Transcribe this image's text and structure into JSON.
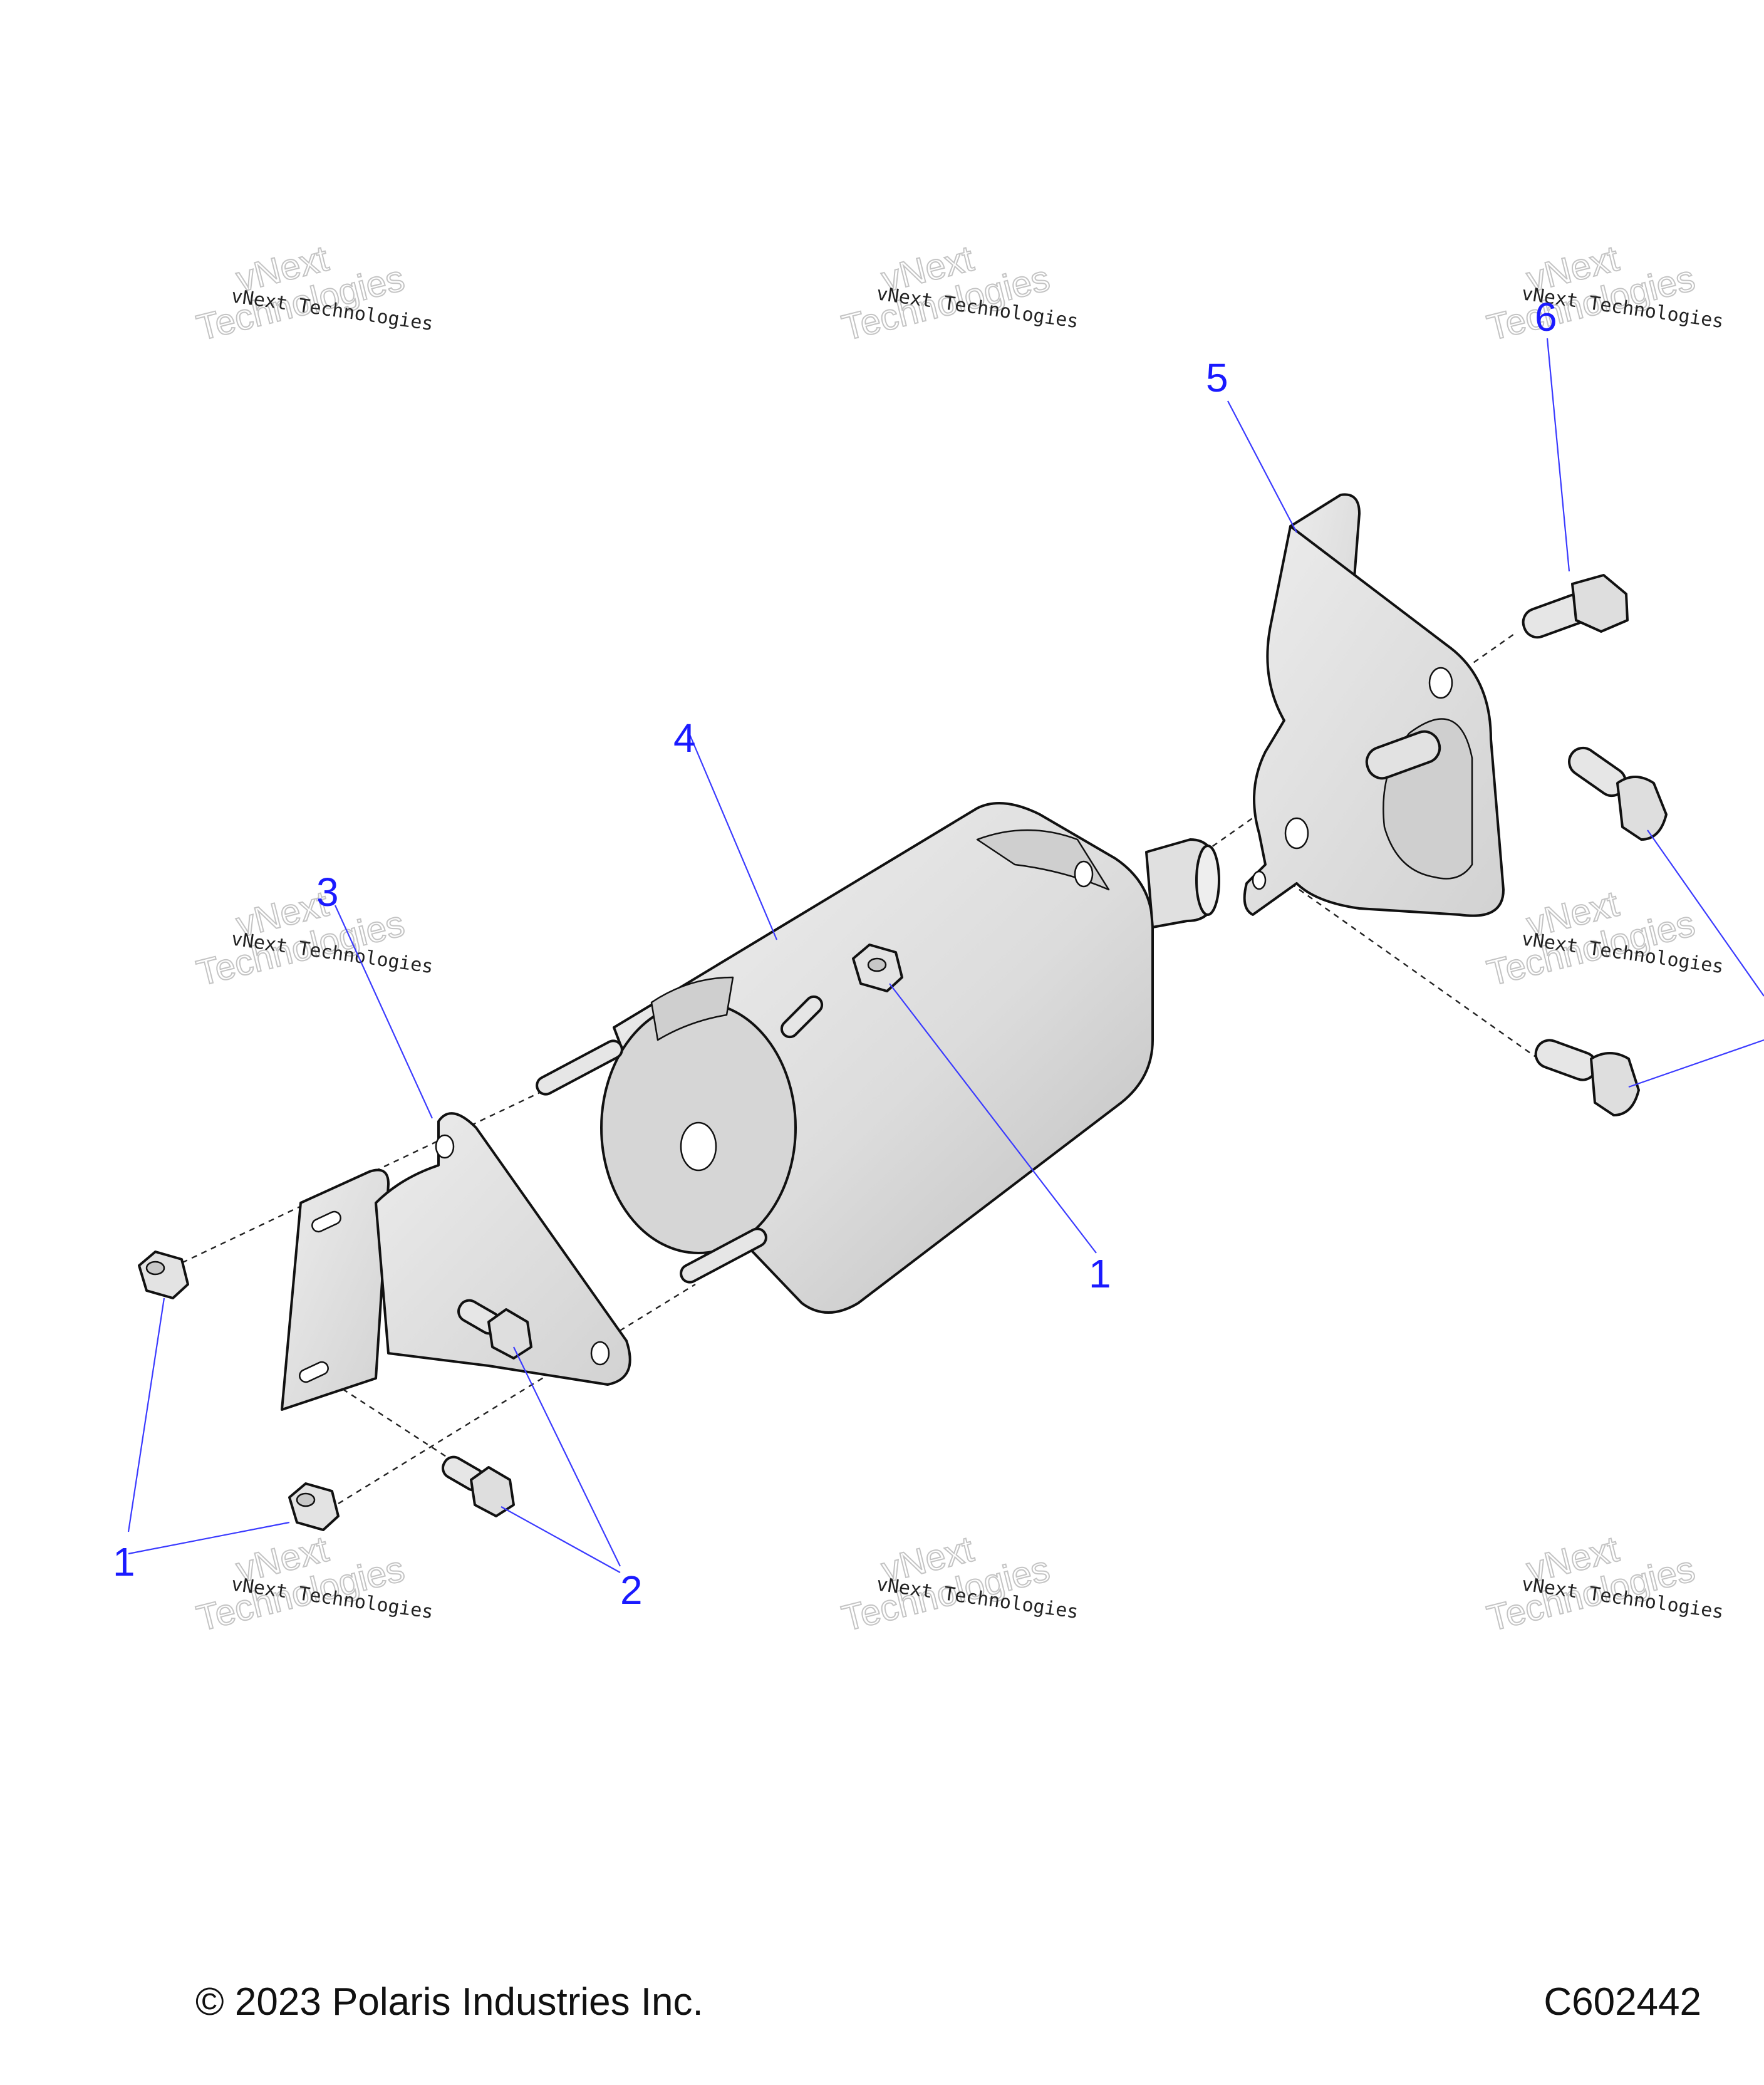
{
  "callouts": {
    "nut_top": "1",
    "nut_bottom": "1",
    "bolts_front": "2",
    "front_bracket": "3",
    "starter_motor": "4",
    "rear_bracket": "5",
    "rear_bolts": "6"
  },
  "watermark": {
    "line1": "vNext Technologies",
    "ghost1": "vNext",
    "ghost2": "Technologies"
  },
  "footer": {
    "copyright": "© 2023 Polaris Industries Inc.",
    "figure_code": "C602442"
  },
  "colors": {
    "callout": "#1a1aff",
    "part_fill": "#e6e6e6",
    "part_shadow": "#c9c9c9"
  }
}
